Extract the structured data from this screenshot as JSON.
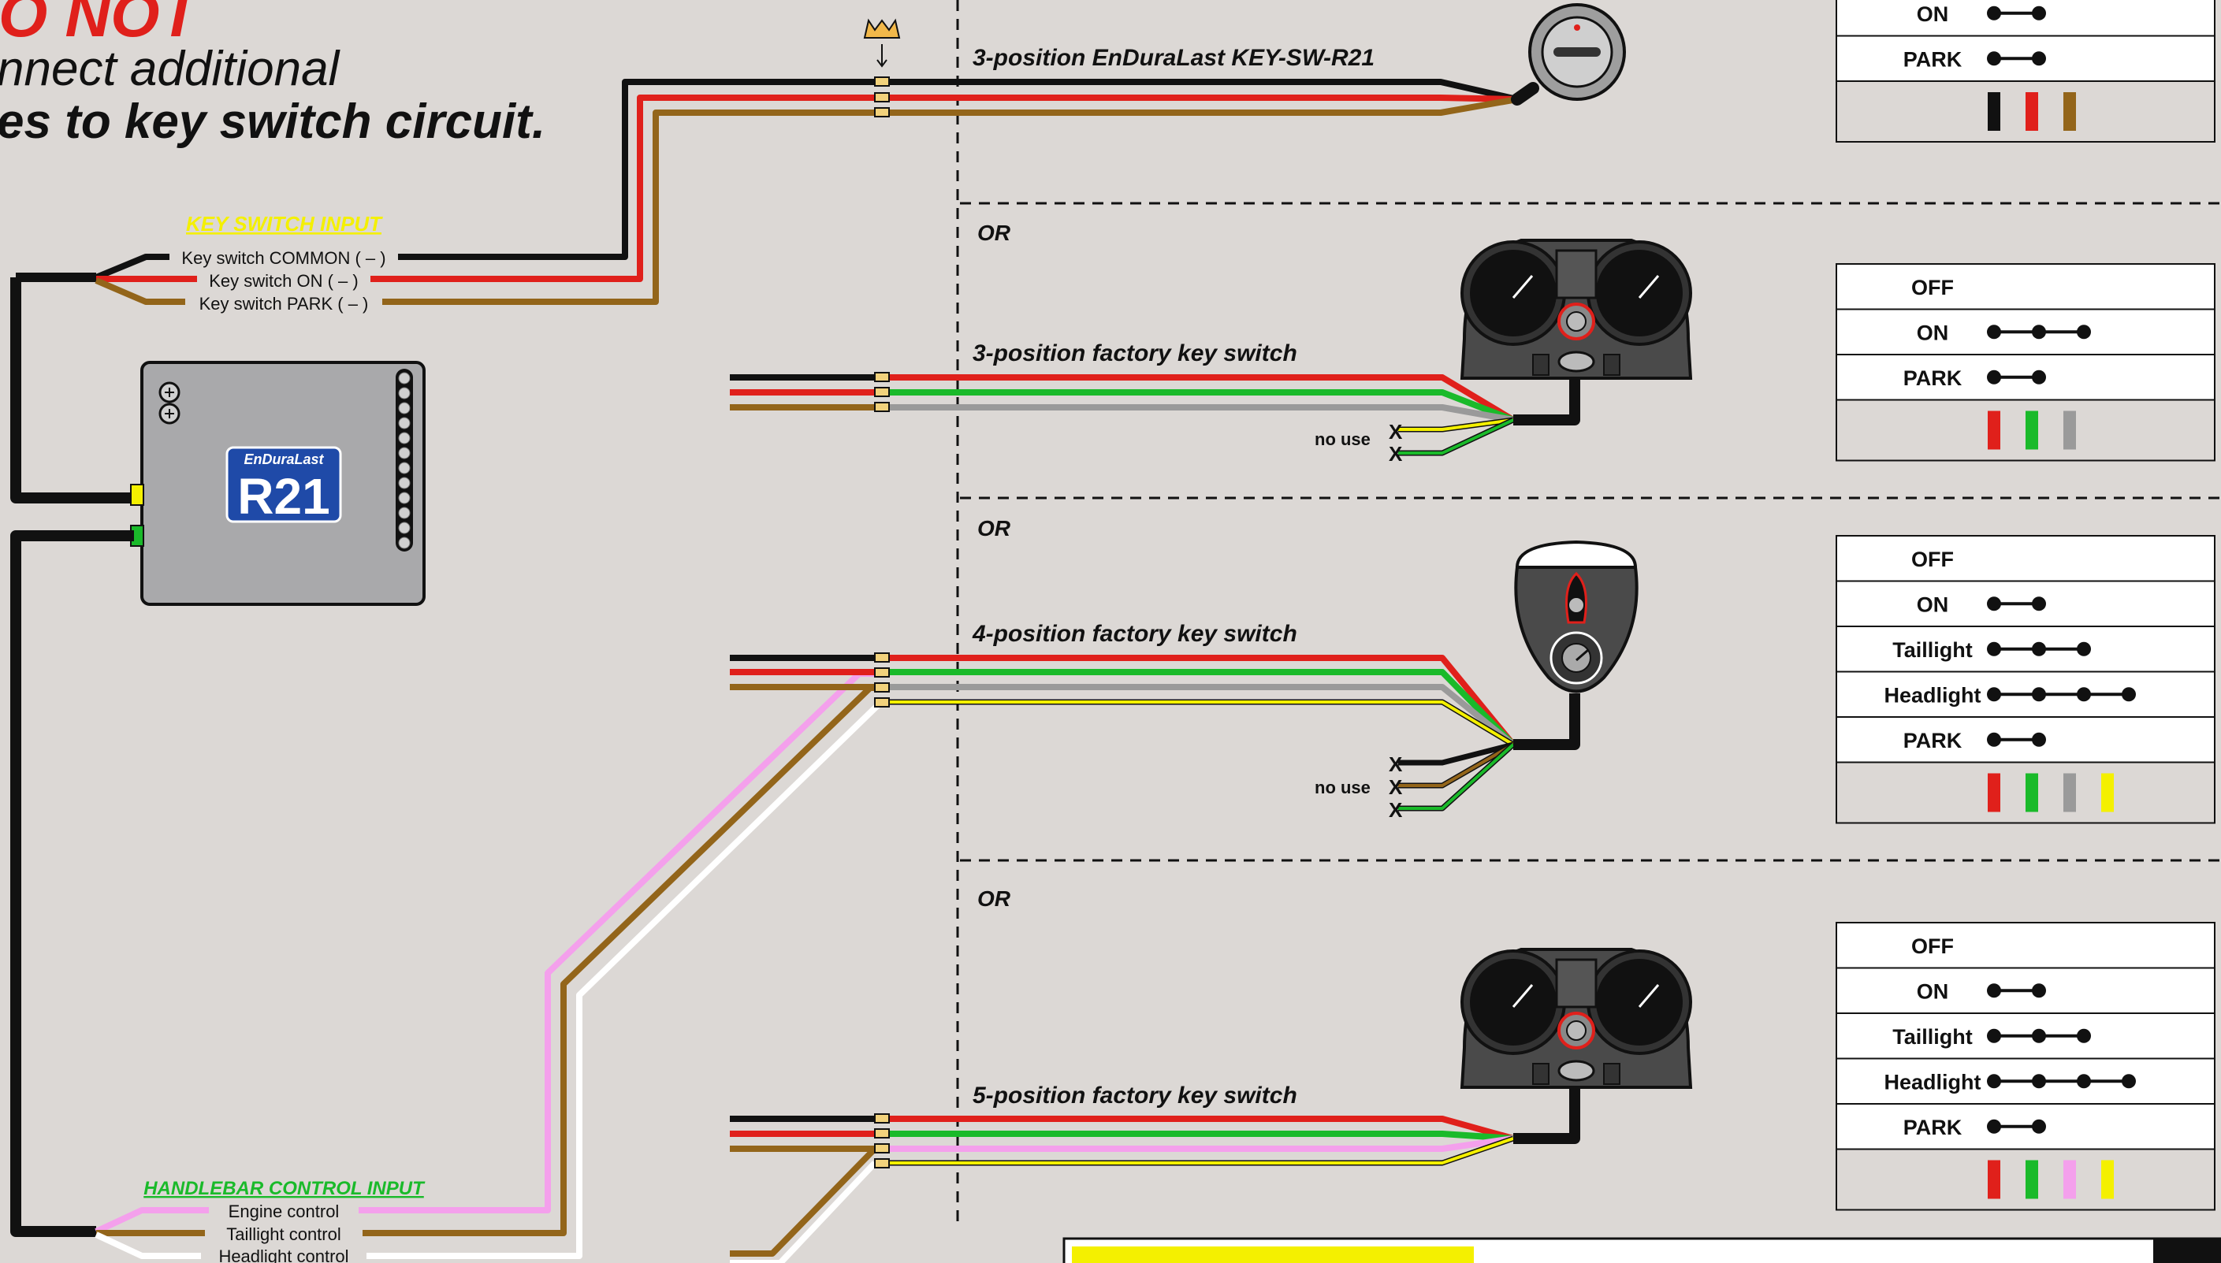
{
  "warning": {
    "line1": "O NOT",
    "line2": "nnect additional",
    "line3": "es to key switch circuit."
  },
  "key_input": {
    "title": "KEY SWITCH INPUT",
    "wires": [
      "Key switch COMMON ( – )",
      "Key switch ON ( – )",
      "Key switch PARK ( – )"
    ]
  },
  "handlebar": {
    "title": "HANDLEBAR CONTROL INPUT",
    "wires": [
      "Engine control",
      "Taillight control",
      "Headlight control"
    ]
  },
  "module": {
    "brand": "EnDuraLast",
    "model": "R21"
  },
  "or_label": "OR",
  "no_use": "no use",
  "x_mark": "X",
  "switches": [
    {
      "title": "3-position EnDuraLast KEY-SW-R21"
    },
    {
      "title": "3-position factory key switch"
    },
    {
      "title": "4-position factory key switch"
    },
    {
      "title": "5-position factory key switch"
    }
  ],
  "tables": [
    {
      "rows": [
        {
          "label": "ON",
          "dots": 2
        },
        {
          "label": "PARK",
          "dots": 2
        }
      ],
      "swatches": [
        "#111111",
        "#e0201b",
        "#93651a"
      ]
    },
    {
      "rows": [
        {
          "label": "OFF",
          "dots": 0
        },
        {
          "label": "ON",
          "dots": 3
        },
        {
          "label": "PARK",
          "dots": 2
        }
      ],
      "swatches": [
        "#e0201b",
        "#1aba2a",
        "#9a9a9a"
      ]
    },
    {
      "rows": [
        {
          "label": "OFF",
          "dots": 0
        },
        {
          "label": "ON",
          "dots": 2
        },
        {
          "label": "Taillight",
          "dots": 3
        },
        {
          "label": "Headlight",
          "dots": 4
        },
        {
          "label": "PARK",
          "dots": 2
        }
      ],
      "swatches": [
        "#e0201b",
        "#1aba2a",
        "#9a9a9a",
        "#f4f000"
      ]
    },
    {
      "rows": [
        {
          "label": "OFF",
          "dots": 0
        },
        {
          "label": "ON",
          "dots": 2
        },
        {
          "label": "Taillight",
          "dots": 3
        },
        {
          "label": "Headlight",
          "dots": 4
        },
        {
          "label": "PARK",
          "dots": 2
        }
      ],
      "swatches": [
        "#e0201b",
        "#1aba2a",
        "#f4a0ec",
        "#f4f000"
      ]
    }
  ],
  "colors": {
    "black": "#111111",
    "red": "#e0201b",
    "brown": "#93651a",
    "green": "#1aba2a",
    "gray": "#9a9a9a",
    "yellow": "#f4f000",
    "pink": "#f4a0ec",
    "white": "#ffffff",
    "warning_red": "#e0201b",
    "key_title": "#f4f000",
    "handlebar_title": "#1aba2a",
    "module_blue": "#1f4aa8"
  }
}
